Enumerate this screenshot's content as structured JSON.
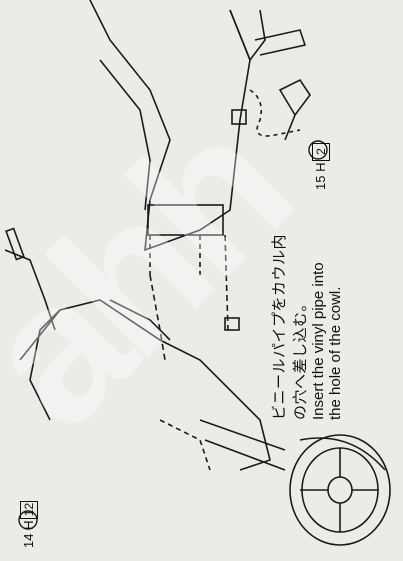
{
  "instructions": {
    "japanese_line1": "ビニールパイプをカウル内",
    "japanese_line2": "の穴へ差し込む。",
    "english_line1": "Insert the vinyl pipe into",
    "english_line2": "the hole of the cowl."
  },
  "markers": {
    "step_left": "14",
    "part_left": "H",
    "part_left_num": "12",
    "step_right": "15",
    "part_right": "H",
    "part_right_num": "2"
  },
  "colors": {
    "line": "#1a1a1a",
    "paper": "#ecebe8"
  }
}
